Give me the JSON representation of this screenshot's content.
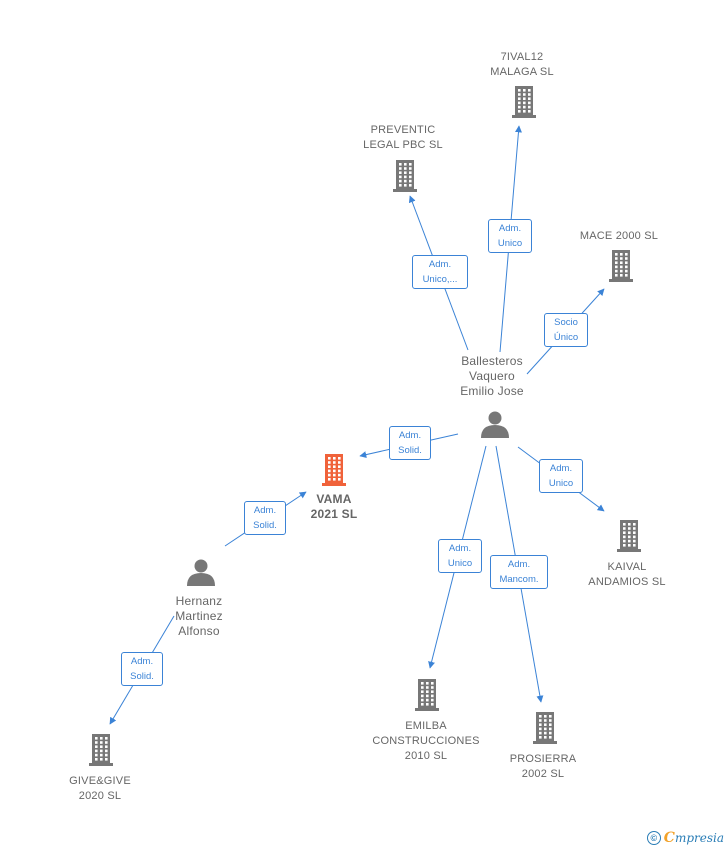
{
  "companies": [
    {
      "id": "vama",
      "lines": [
        "VAMA",
        "2021  SL"
      ],
      "main": true
    },
    {
      "id": "7ival",
      "lines": [
        "7IVAL12",
        "MALAGA  SL"
      ]
    },
    {
      "id": "preventic",
      "lines": [
        "PREVENTIC",
        "LEGAL PBC  SL"
      ]
    },
    {
      "id": "mace",
      "lines": [
        "MACE 2000 SL"
      ]
    },
    {
      "id": "kaival",
      "lines": [
        "KAIVAL",
        "ANDAMIOS  SL"
      ]
    },
    {
      "id": "emilba",
      "lines": [
        "EMILBA",
        "CONSTRUCCIONES",
        "2010 SL"
      ]
    },
    {
      "id": "prosierra",
      "lines": [
        "PROSIERRA",
        "2002 SL"
      ]
    },
    {
      "id": "give",
      "lines": [
        "GIVE&GIVE",
        "2020  SL"
      ]
    }
  ],
  "persons": [
    {
      "id": "ballesteros",
      "lines": [
        "Ballesteros",
        "Vaquero",
        "Emilio Jose"
      ]
    },
    {
      "id": "hernanz",
      "lines": [
        "Hernanz",
        "Martinez",
        "Alfonso"
      ]
    }
  ],
  "edges": [
    {
      "id": "e-7ival",
      "lines": [
        "Adm.",
        "Unico"
      ]
    },
    {
      "id": "e-preventic",
      "lines": [
        "Adm.",
        "Unico,..."
      ]
    },
    {
      "id": "e-mace",
      "lines": [
        "Socio",
        "Único"
      ]
    },
    {
      "id": "e-vama-b",
      "lines": [
        "Adm.",
        "Solid."
      ]
    },
    {
      "id": "e-kaival",
      "lines": [
        "Adm.",
        "Unico"
      ]
    },
    {
      "id": "e-emilba",
      "lines": [
        "Adm.",
        "Unico"
      ]
    },
    {
      "id": "e-prosierra",
      "lines": [
        "Adm.",
        "Mancom."
      ]
    },
    {
      "id": "e-vama-h",
      "lines": [
        "Adm.",
        "Solid."
      ]
    },
    {
      "id": "e-give",
      "lines": [
        "Adm.",
        "Solid."
      ]
    }
  ],
  "colors": {
    "edge": "#3b83d6",
    "building": "#777777",
    "building_main": "#f0623a",
    "person": "#777777",
    "label": "#666666"
  },
  "footer": {
    "copyright": "©",
    "brand_first": "C",
    "brand_rest": "mpresia"
  }
}
